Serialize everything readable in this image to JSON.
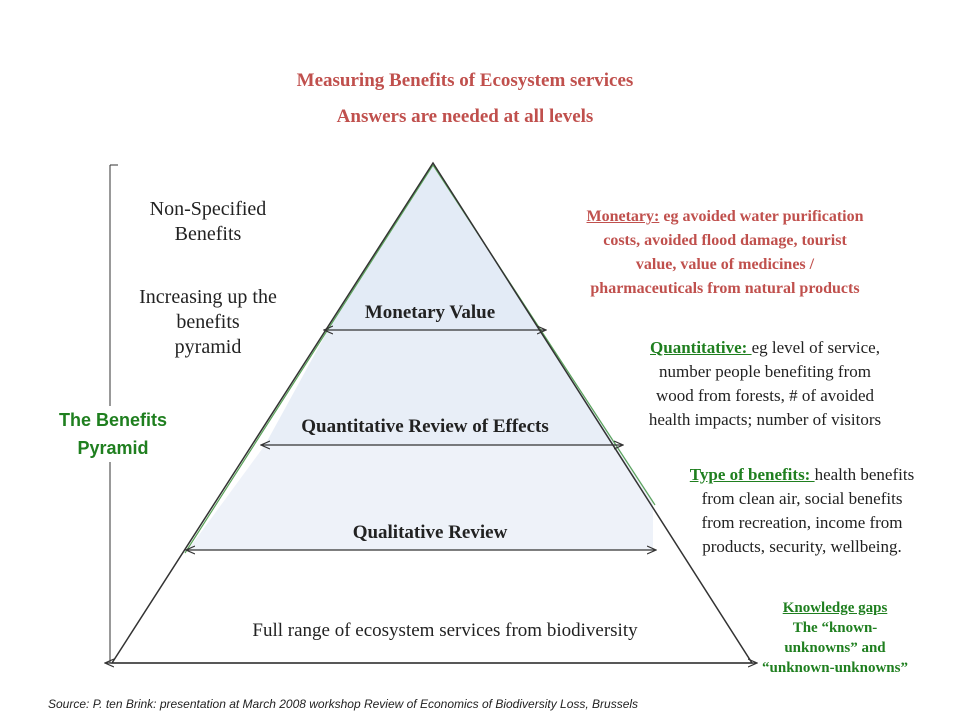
{
  "header": {
    "title_line1": "Measuring Benefits of Ecosystem services",
    "title_line2": "Answers are needed at all levels"
  },
  "pyramid": {
    "level_monetary": "Monetary Value",
    "level_quantitative": "Quantitative Review of Effects",
    "level_qualitative": "Qualitative Review",
    "level_base": "Full range of ecosystem services from biodiversity"
  },
  "left": {
    "non_specified_1": "Non-Specified",
    "non_specified_2": "Benefits",
    "increasing_1": "Increasing up the",
    "increasing_2": "benefits",
    "increasing_3": "pyramid",
    "benefits_pyramid_1": "The Benefits",
    "benefits_pyramid_2": "Pyramid"
  },
  "notes": {
    "monetary_label": "Monetary:",
    "monetary_text_1": " eg avoided water purification",
    "monetary_text_2": "costs, avoided flood damage, tourist",
    "monetary_text_3": "value, value of medicines /",
    "monetary_text_4": "pharmaceuticals from natural products",
    "quantitative_label": "Quantitative: ",
    "quantitative_text_1": "eg level of service,",
    "quantitative_text_2": "number people benefiting from",
    "quantitative_text_3": "wood from forests, # of avoided",
    "quantitative_text_4": "health impacts; number of visitors",
    "type_label": "Type of benefits: ",
    "type_text_1": "health benefits",
    "type_text_2": "from clean air, social benefits",
    "type_text_3": "from recreation, income from",
    "type_text_4": "products, security, wellbeing.",
    "gaps_label": "Knowledge gaps",
    "gaps_text_1": "The “known-",
    "gaps_text_2": "unknowns” and",
    "gaps_text_3": "“unknown-unknowns”"
  },
  "footer": {
    "source": "Source: P. ten Brink: presentation at March 2008 workshop Review of Economics of Biodiversity Loss, Brussels"
  },
  "colors": {
    "title_red": "#c0504d",
    "green": "#1f7f1f",
    "band_fill_top": "#e3ebf6",
    "band_fill_mid": "#e8eef7",
    "band_fill_low": "#eef2f9"
  }
}
